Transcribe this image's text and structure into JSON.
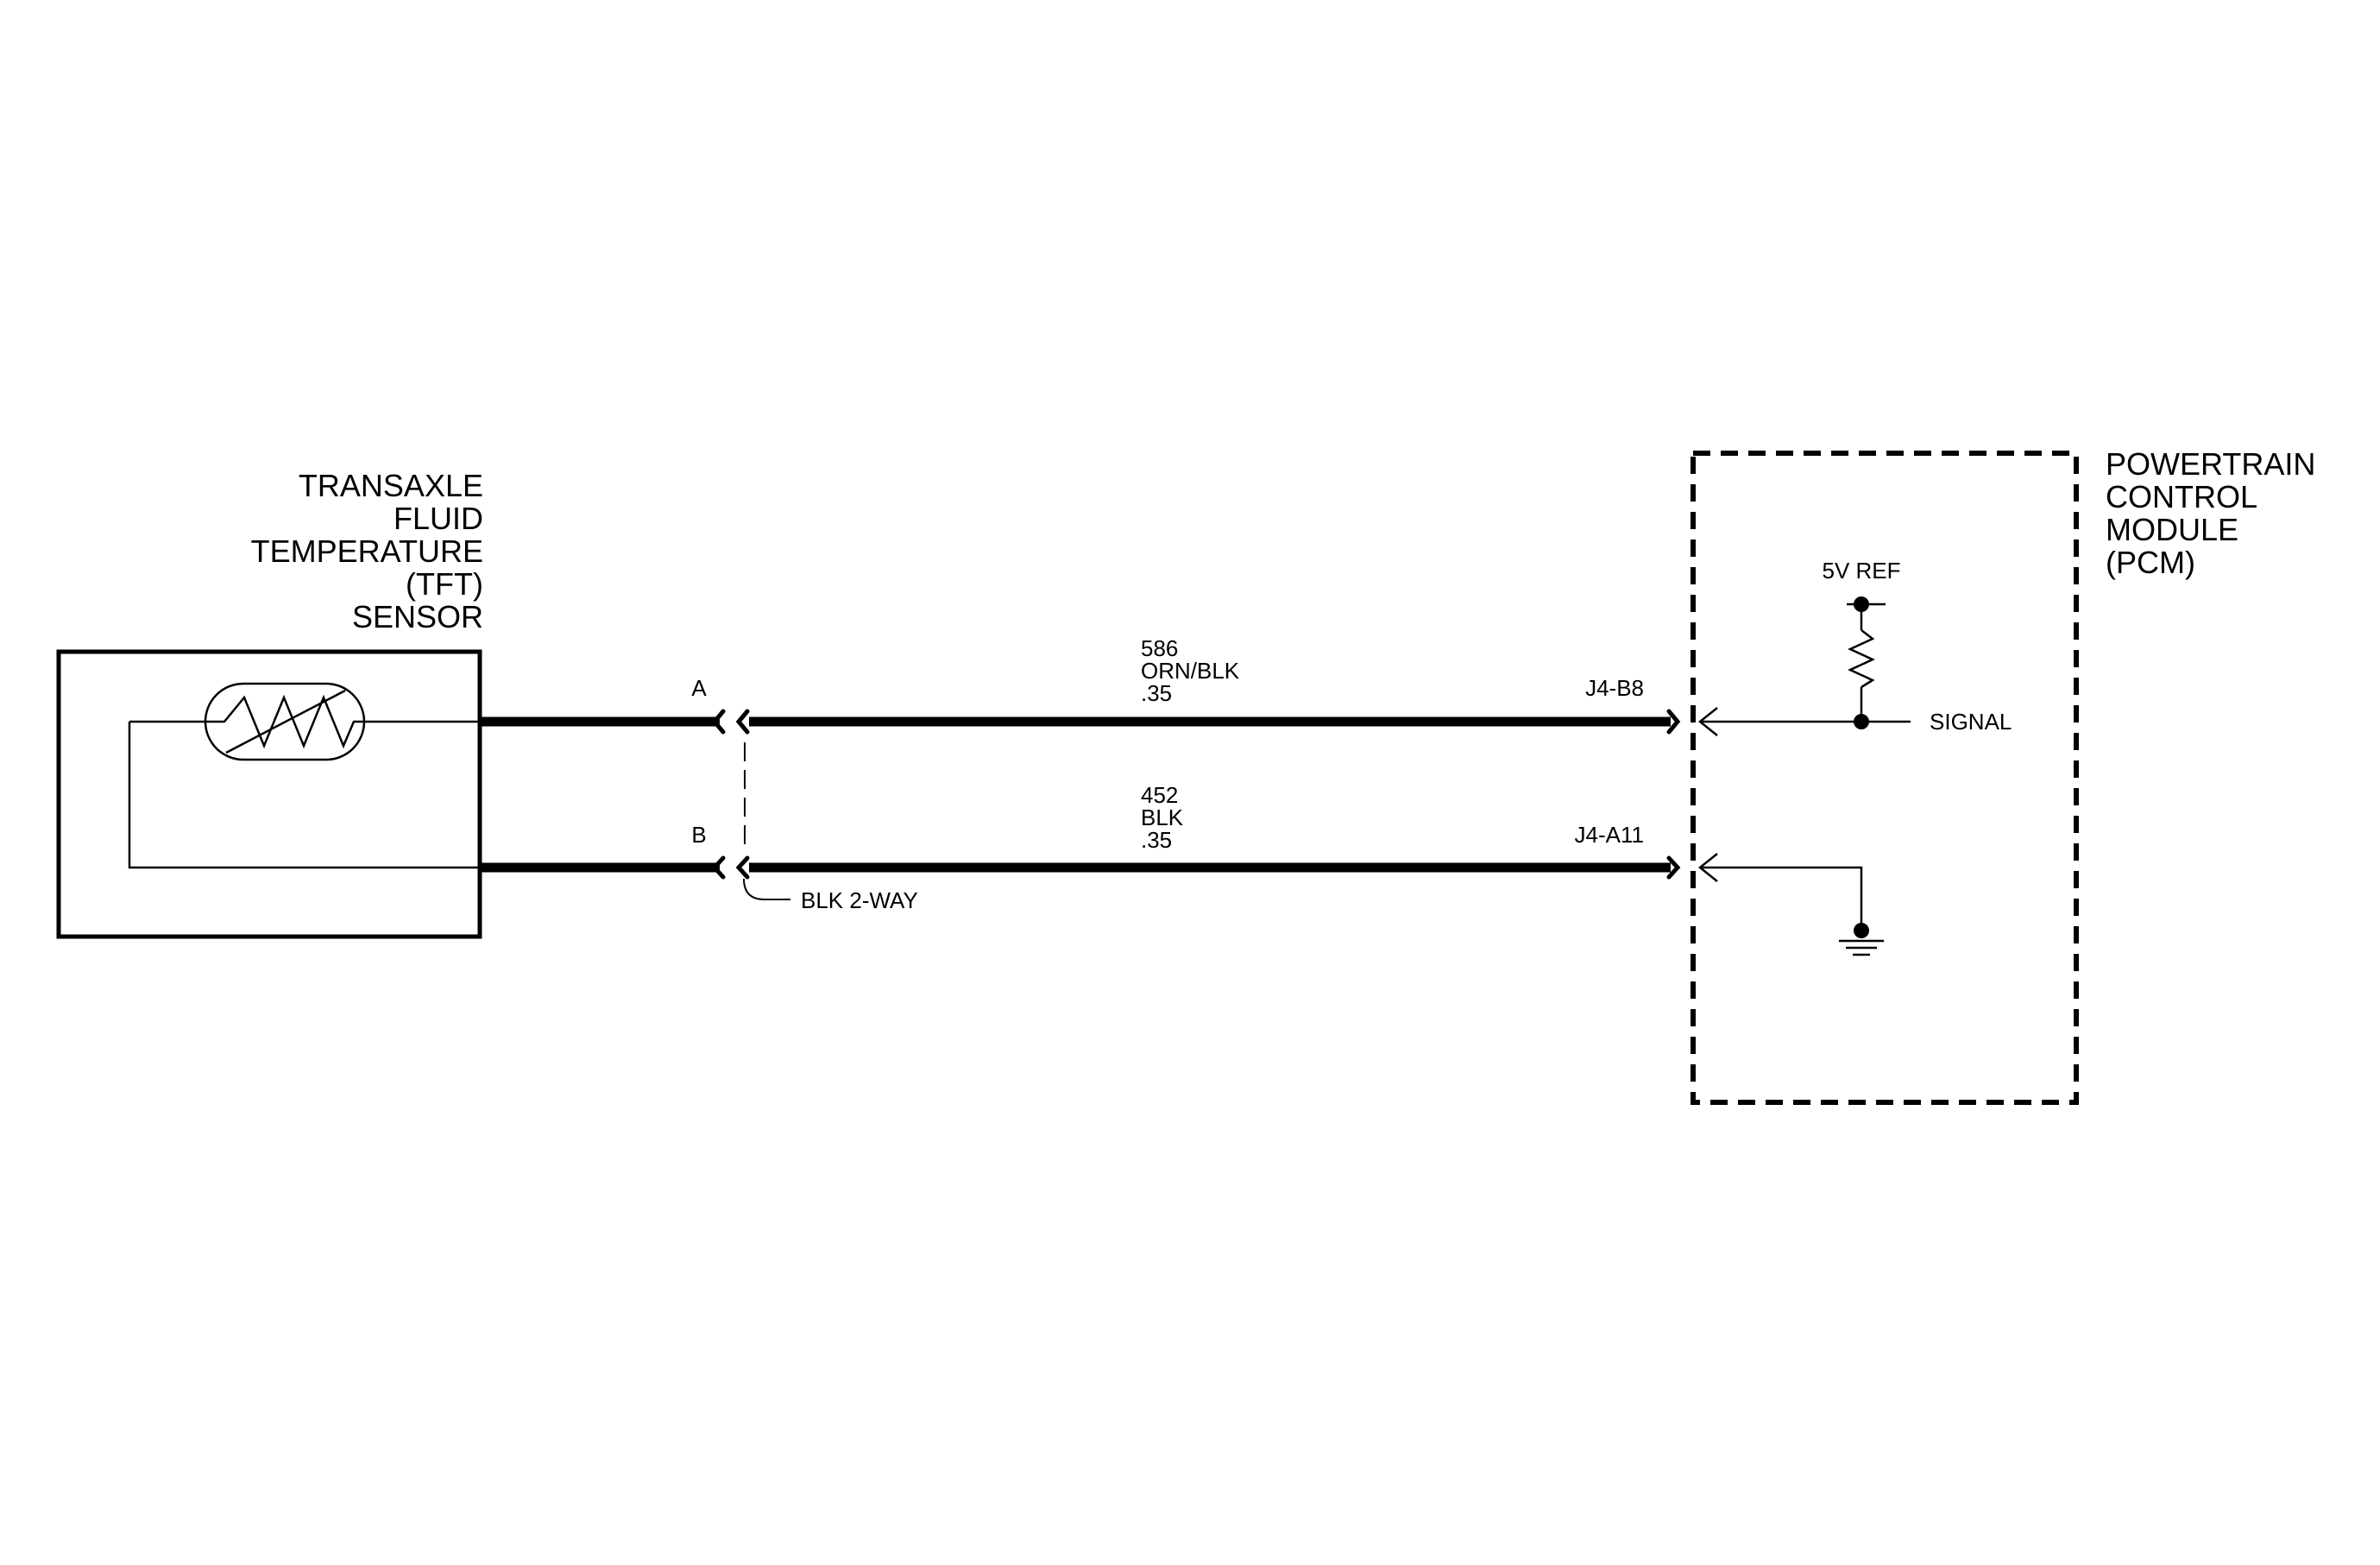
{
  "sensor": {
    "title_lines": [
      "TRANSAXLE",
      "FLUID",
      "TEMPERATURE",
      "(TFT)",
      "SENSOR"
    ]
  },
  "pcm": {
    "title_lines": [
      "POWERTRAIN",
      "CONTROL",
      "MODULE",
      "(PCM)"
    ],
    "ref_label": "5V REF",
    "signal_label": "SIGNAL"
  },
  "connector": {
    "label": "BLK 2-WAY",
    "pin_a": "A",
    "pin_b": "B"
  },
  "circuits": [
    {
      "number": "586",
      "color": "ORN/BLK",
      "gauge": ".35",
      "terminal": "J4-B8"
    },
    {
      "number": "452",
      "color": "BLK",
      "gauge": ".35",
      "terminal": "J4-A11"
    }
  ],
  "colors": {
    "ink": "#000000",
    "background": "#ffffff"
  }
}
